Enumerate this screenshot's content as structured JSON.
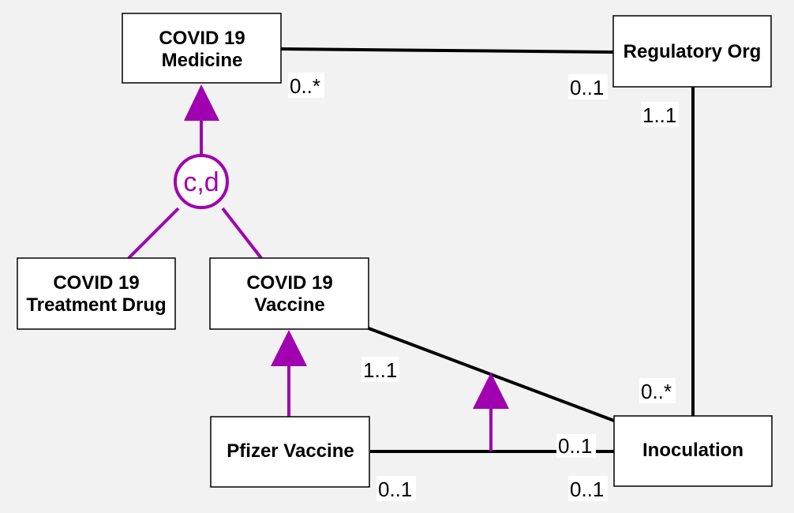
{
  "colors": {
    "background": "#f2f2f2",
    "line": "#000000",
    "generalization": "#a000b0",
    "box_fill": "#ffffff",
    "mult_bg": "#ffffff"
  },
  "classes": {
    "medicine": {
      "line1": "COVID 19",
      "line2": "Medicine"
    },
    "regulatory": {
      "line1": "Regulatory Org"
    },
    "treatment": {
      "line1": "COVID 19",
      "line2": "Treatment Drug"
    },
    "vaccine": {
      "line1": "COVID 19",
      "line2": "Vaccine"
    },
    "pfizer": {
      "line1": "Pfizer Vaccine"
    },
    "inoculation": {
      "line1": "Inoculation"
    }
  },
  "generalization_set": {
    "label": "c,d"
  },
  "multiplicities": {
    "medicine_reg_near_medicine": "0..*",
    "medicine_reg_near_reg": "0..1",
    "reg_inoc_near_reg": "1..1",
    "reg_inoc_near_inoc": "0..*",
    "vaccine_inoc_near_vaccine": "1..1",
    "pfizer_inoc_near_inoc_top": "0..1",
    "pfizer_inoc_near_pfizer": "0..1",
    "pfizer_inoc_near_inoc_bottom": "0..1"
  }
}
